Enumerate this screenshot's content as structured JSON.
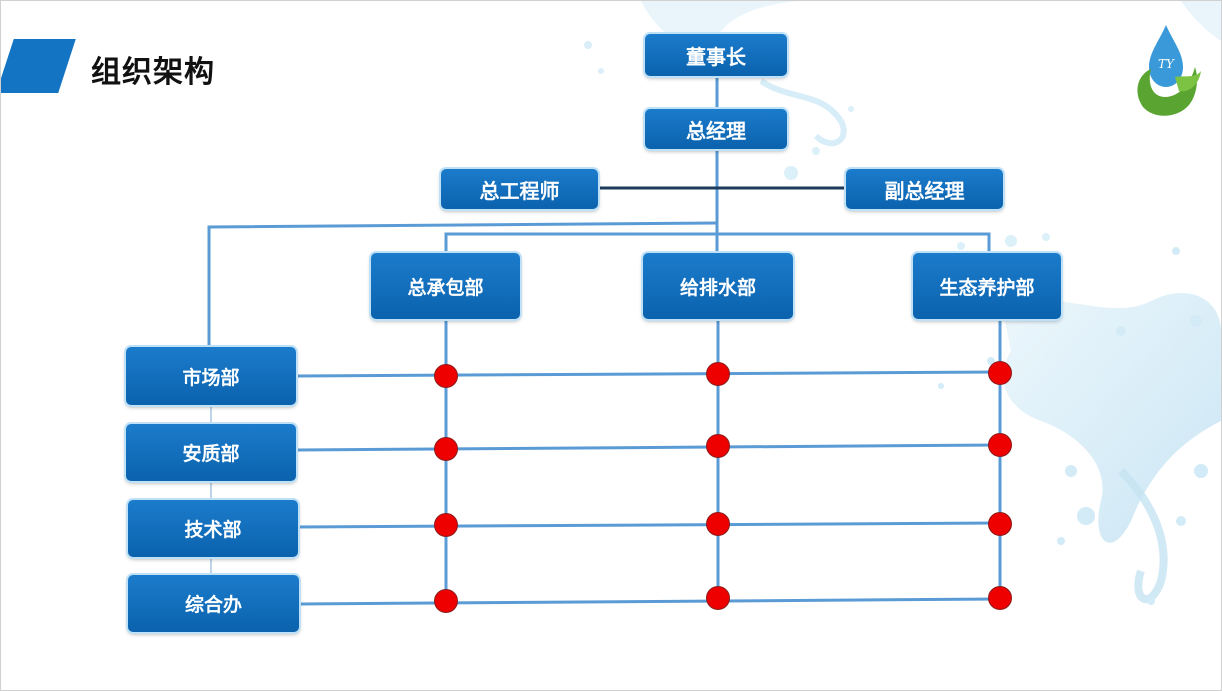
{
  "title": "组织架构",
  "logo_text": "TY",
  "nodes": {
    "chairman": "董事长",
    "general_manager": "总经理",
    "chief_engineer": "总工程师",
    "deputy_gm": "副总经理",
    "dept_contracting": "总承包部",
    "dept_water": "给排水部",
    "dept_eco": "生态养护部",
    "dept_market": "市场部",
    "dept_safety": "安质部",
    "dept_tech": "技术部",
    "dept_office": "综合办"
  },
  "colors": {
    "box": "#0b62ad",
    "title_accent": "#1474c4",
    "connector": "#5b9bd5",
    "node_dot": "#ee0000",
    "logo_green": "#5aa532",
    "logo_blue": "#3a9ad9"
  }
}
